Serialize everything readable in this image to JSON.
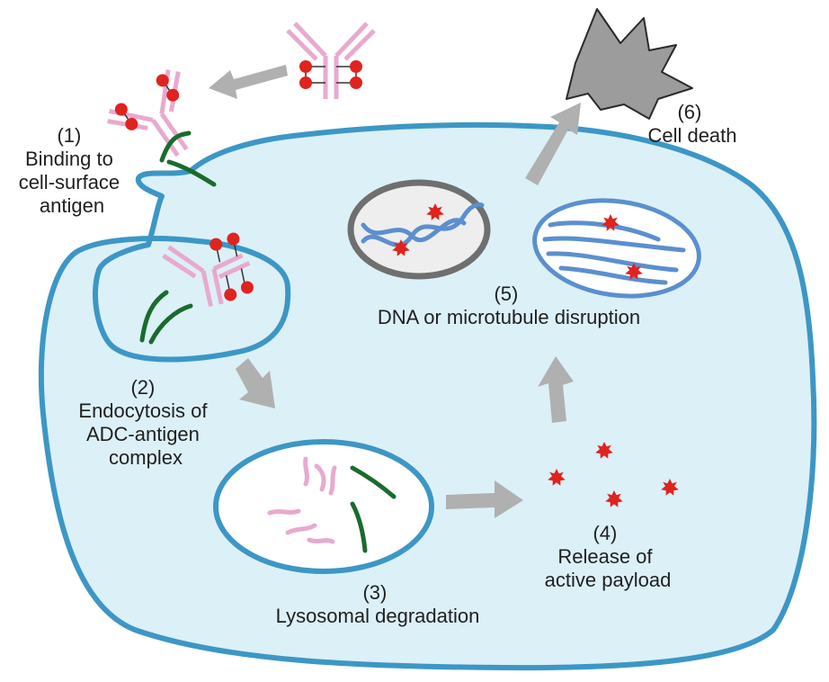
{
  "steps": [
    {
      "number": "(1)",
      "lines": [
        "Binding to",
        "cell-surface",
        "antigen"
      ]
    },
    {
      "number": "(2)",
      "lines": [
        "Endocytosis of",
        "ADC-antigen",
        "complex"
      ]
    },
    {
      "number": "(3)",
      "lines": [
        "Lysosomal degradation"
      ]
    },
    {
      "number": "(4)",
      "lines": [
        "Release of",
        "active payload"
      ]
    },
    {
      "number": "(5)",
      "lines": [
        "DNA or microtubule disruption"
      ]
    },
    {
      "number": "(6)",
      "lines": [
        "Cell death"
      ]
    }
  ],
  "colors": {
    "cell_fill": "#dcf0f7",
    "membrane": "#3c97c6",
    "antibody": "#e9a9cf",
    "antigen": "#1a6b2e",
    "payload": "#e0231f",
    "arrow": "#b0b0b0",
    "nucleus_border": "#6f6f6f",
    "nucleus_fill": "#eeeeee",
    "dna": "#5b8fcf",
    "dead_cell": "#9c9c9c"
  }
}
